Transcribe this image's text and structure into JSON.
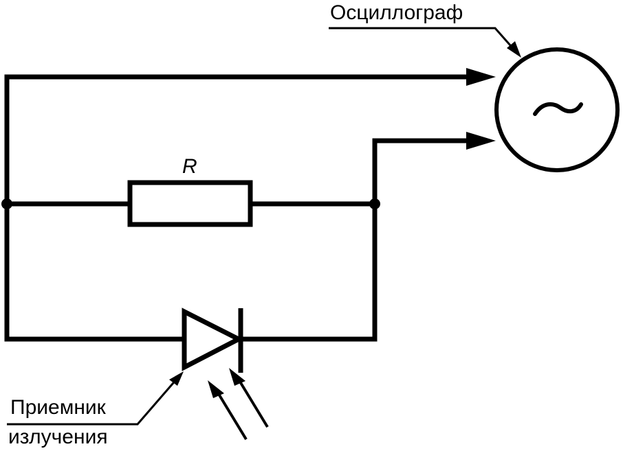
{
  "diagram": {
    "type": "circuit-schematic",
    "colors": {
      "stroke": "#000000",
      "background": "#ffffff"
    },
    "labels": {
      "oscilloscope": "Осциллограф",
      "resistor": "R",
      "receiver_line1": "Приемник",
      "receiver_line2": "излучения"
    },
    "components": [
      {
        "id": "oscilloscope",
        "kind": "oscilloscope",
        "symbol": "~",
        "inputs": 2
      },
      {
        "id": "resistor",
        "kind": "resistor",
        "label": "R"
      },
      {
        "id": "photodiode",
        "kind": "photodiode",
        "incident_light_arrows": 2
      }
    ],
    "connections": [
      {
        "from": "left-node",
        "to": "oscilloscope.input1"
      },
      {
        "from": "right-node",
        "to": "oscilloscope.input2"
      },
      {
        "from": "left-node",
        "to": "resistor",
        "then": "right-node"
      },
      {
        "from": "left-node",
        "to": "photodiode.anode"
      },
      {
        "from": "photodiode.cathode",
        "to": "right-node"
      }
    ]
  }
}
